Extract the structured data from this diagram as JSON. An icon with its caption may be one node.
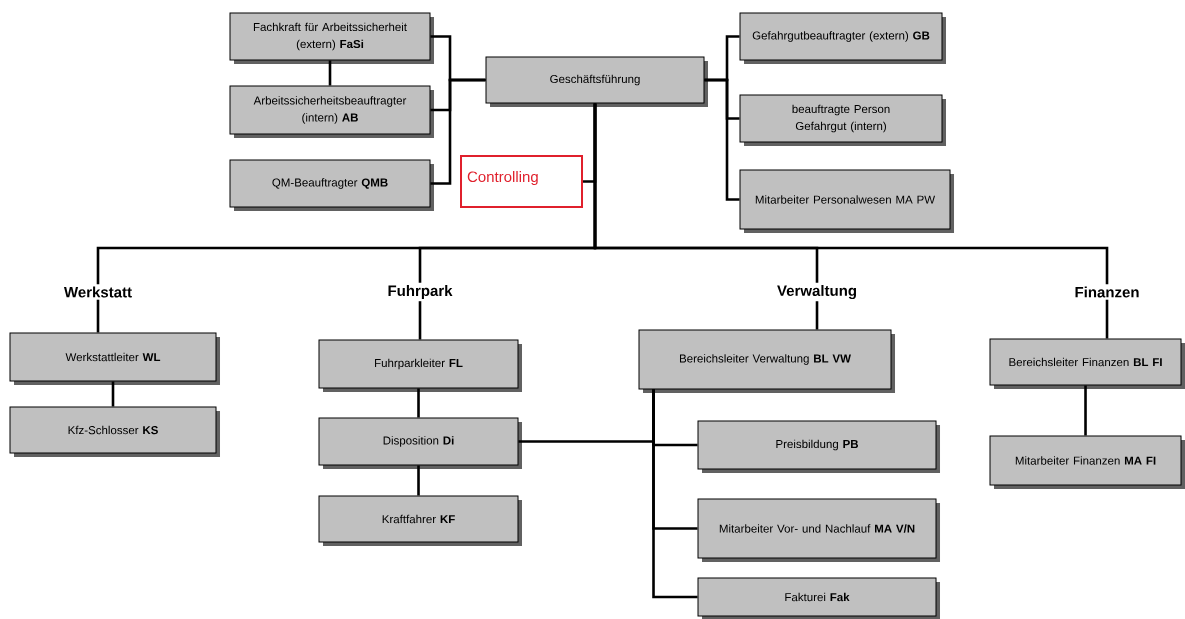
{
  "diagram": {
    "nodes": [
      {
        "text": [
          "Geschäftsführung"
        ]
      },
      {
        "text": [
          "Fachkraft für Arbeitssicherheit (extern) **FaSi**"
        ]
      },
      {
        "text": [
          "Arbeitssicherheitsbeauftragter (intern) **AB**"
        ]
      },
      {
        "text": [
          "QM-Beauftragter **QMB**"
        ]
      },
      {
        "text": [
          "Controlling"
        ]
      },
      {
        "text": [
          "Gefahrgutbeauftragter (extern) **GB**"
        ]
      },
      {
        "text": [
          "beauftragte Person Gefahrgut (intern)"
        ]
      },
      {
        "text": [
          "Mitarbeiter Personalwesen MA PW"
        ]
      },
      {
        "text": [
          "Werkstatt"
        ]
      },
      {
        "text": [
          "Fuhrpark"
        ]
      },
      {
        "text": [
          "Verwaltung"
        ]
      },
      {
        "text": [
          "Finanzen"
        ]
      },
      {
        "text": [
          "Werkstattleiter **WL**"
        ]
      },
      {
        "text": [
          "Kfz-Schlosser **KS**"
        ]
      },
      {
        "text": [
          "Fuhrparkleiter **FL**"
        ]
      },
      {
        "text": [
          "Disposition **Di**"
        ]
      },
      {
        "text": [
          "Kraftfahrer **KF**"
        ]
      },
      {
        "text": [
          "Bereichsleiter Verwaltung **BL VW**"
        ]
      },
      {
        "text": [
          "Preisbildung **PB**"
        ]
      },
      {
        "text": [
          "Mitarbeiter Vor- und Nachlauf **MA V/N**"
        ]
      },
      {
        "text": [
          "Fakturei **Fak**"
        ]
      },
      {
        "text": [
          "Bereichsleiter Finanzen **BL FI**"
        ]
      },
      {
        "text": [
          "Mitarbeiter Finanzen **MA FI**"
        ]
      }
    ],
    "edges": [
      {
        "from": 0,
        "to": 1,
        "arrow": "none"
      },
      {
        "from": 0,
        "to": 2,
        "arrow": "none"
      },
      {
        "from": 0,
        "to": 3,
        "arrow": "none"
      },
      {
        "from": 1,
        "to": 2,
        "arrow": "none"
      },
      {
        "from": 0,
        "to": 5,
        "arrow": "none"
      },
      {
        "from": 0,
        "to": 6,
        "arrow": "none"
      },
      {
        "from": 0,
        "to": 7,
        "arrow": "none"
      },
      {
        "from": 0,
        "to": 4,
        "arrow": "none"
      },
      {
        "from": 0,
        "to": 8,
        "arrow": "none"
      },
      {
        "from": 0,
        "to": 9,
        "arrow": "none"
      },
      {
        "from": 0,
        "to": 10,
        "arrow": "none"
      },
      {
        "from": 0,
        "to": 11,
        "arrow": "none"
      },
      {
        "from": 8,
        "to": 12,
        "arrow": "none"
      },
      {
        "from": 12,
        "to": 13,
        "arrow": "none"
      },
      {
        "from": 9,
        "to": 14,
        "arrow": "none"
      },
      {
        "from": 14,
        "to": 15,
        "arrow": "none"
      },
      {
        "from": 15,
        "to": 16,
        "arrow": "none"
      },
      {
        "from": 15,
        "to": 17,
        "arrow": "none"
      },
      {
        "from": 10,
        "to": 17,
        "arrow": "none"
      },
      {
        "from": 17,
        "to": 18,
        "arrow": "none"
      },
      {
        "from": 17,
        "to": 19,
        "arrow": "none"
      },
      {
        "from": 17,
        "to": 20,
        "arrow": "none"
      },
      {
        "from": 11,
        "to": 21,
        "arrow": "none"
      },
      {
        "from": 21,
        "to": 22,
        "arrow": "none"
      }
    ]
  }
}
